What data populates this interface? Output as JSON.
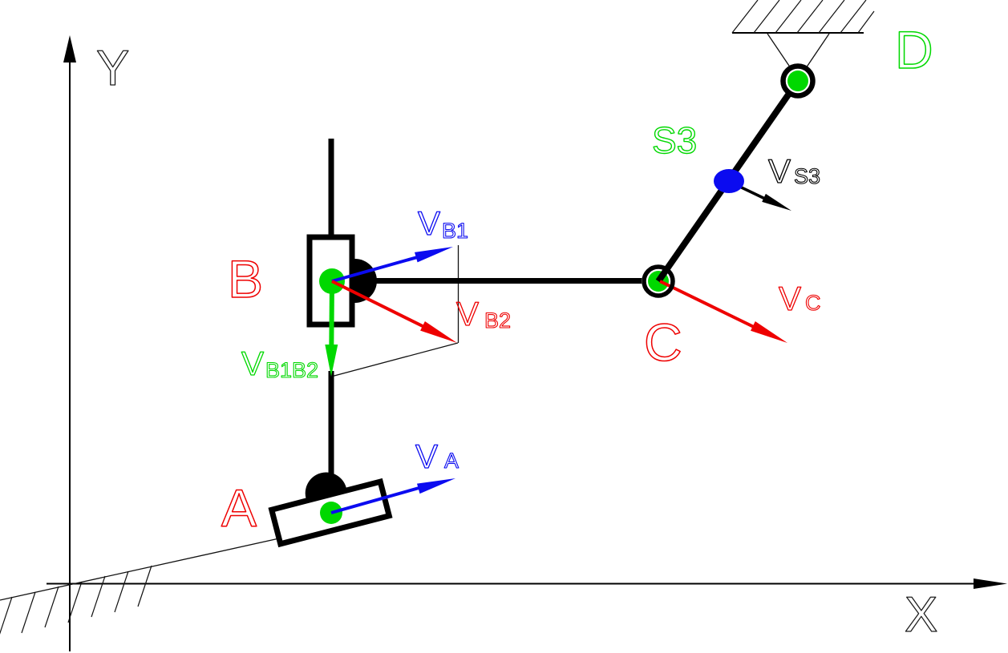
{
  "diagram": {
    "type": "kinematic-mechanism-velocity-diagram",
    "background": "#ffffff",
    "axes": {
      "x": "X",
      "y": "Y"
    },
    "joint_labels": {
      "A": "A",
      "B": "B",
      "C": "C",
      "D": "D",
      "S3": "S3"
    },
    "velocity_labels": {
      "va": {
        "main": "V",
        "sub": "A"
      },
      "vb1": {
        "main": "V",
        "sub": "B1"
      },
      "vb2": {
        "main": "V",
        "sub": "B2"
      },
      "vb1b2": {
        "main": "V",
        "sub": "B1B2"
      },
      "vc": {
        "main": "V",
        "sub": "C"
      },
      "vs3": {
        "main": "V",
        "sub": "S3"
      }
    },
    "colors": {
      "joint_label_red": "#ee0000",
      "joint_label_green": "#00d800",
      "vector_blue": "#0b0bf0",
      "vector_red": "#ee0000",
      "vector_green": "#00d800",
      "vector_black": "#000000",
      "joint_fill_green": "#00d800",
      "s3_fill_blue": "#0b0bf0",
      "link_black": "#000000",
      "axis_label_black": "#1c1c1c"
    }
  }
}
